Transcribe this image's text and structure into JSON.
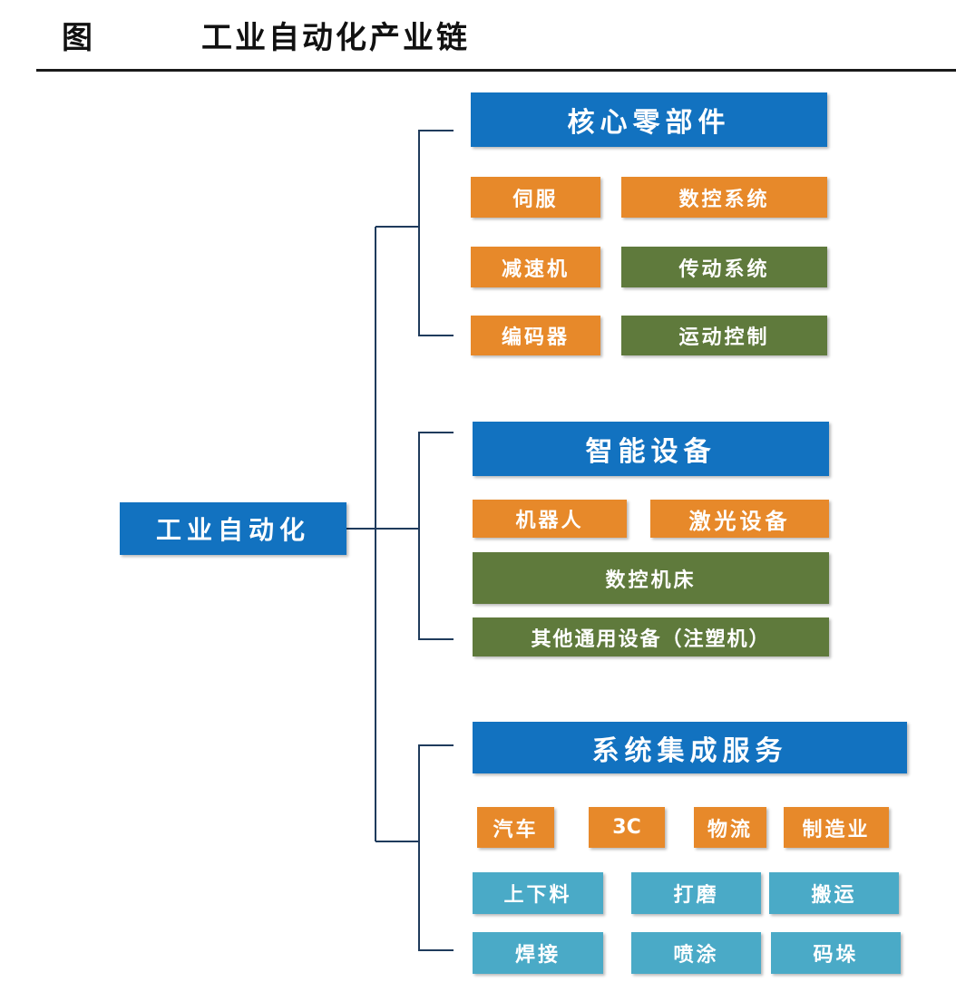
{
  "figure": {
    "label": "图",
    "title": "工业自动化产业链"
  },
  "root": {
    "label": "工业自动化"
  },
  "branches": {
    "core_parts": {
      "title": "核心零部件",
      "items": [
        "伺服",
        "数控系统",
        "减速机",
        "传动系统",
        "编码器",
        "运动控制"
      ]
    },
    "smart_equipment": {
      "title": "智能设备",
      "items": [
        "机器人",
        "激光设备",
        "数控机床",
        "其他通用设备（注塑机）"
      ]
    },
    "system_integration": {
      "title": "系统集成服务",
      "industries": [
        "汽车",
        "3C",
        "物流",
        "制造业"
      ],
      "processes": [
        "上下料",
        "打磨",
        "搬运",
        "焊接",
        "喷涂",
        "码垛"
      ]
    }
  },
  "colors": {
    "blue": "#1272c0",
    "orange": "#e7892a",
    "green": "#5f7a3c",
    "teal": "#4aaac7",
    "connector": "#1f3b5c"
  }
}
